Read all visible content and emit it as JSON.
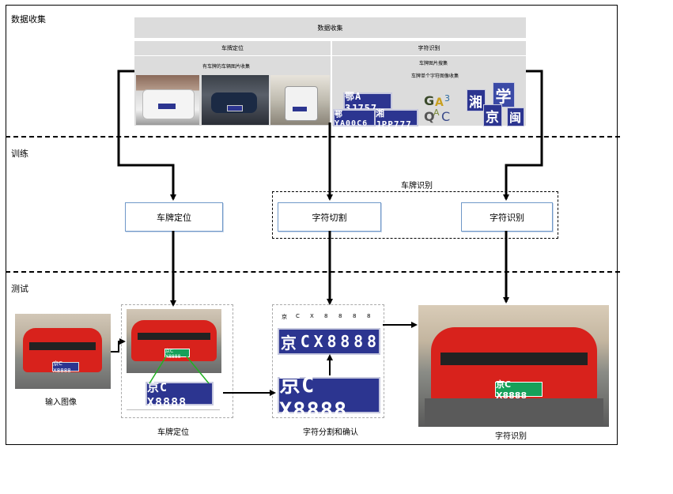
{
  "sections": {
    "data_collection": "数据收集",
    "training": "训练",
    "testing": "测试"
  },
  "data_collection": {
    "header": "数据收集",
    "plate_location": {
      "title": "车牌定位",
      "caption": "有车牌的车辆图片收集"
    },
    "char_recognition": {
      "title": "字符识别",
      "caption1": "车牌图片搜集",
      "caption2": "车牌单个字符图像收集"
    },
    "plate_samples": [
      "鄂A 3J757",
      "鄂YA00C6",
      "湘JPP777"
    ],
    "char_samples": [
      "G",
      "A",
      "3",
      "Q",
      "A",
      "C"
    ],
    "hanzi_samples": [
      "湘",
      "学",
      "京",
      "闽"
    ]
  },
  "training": {
    "plate_location": "车牌定位",
    "char_segmentation": "字符切割",
    "char_recognition": "字符识别",
    "group_label": "车牌识别"
  },
  "testing": {
    "input_caption": "输入图像",
    "plate_location_caption": "车牌定位",
    "segmentation_caption": "字符分割和确认",
    "recognition_caption": "字符识别",
    "plate_text": "京C X8888",
    "plate_chars": [
      "京",
      "C",
      "X",
      "8",
      "8",
      "8",
      "8"
    ],
    "top_labels": [
      "京",
      "C",
      "X",
      "8",
      "8",
      "8",
      "8"
    ],
    "small_plate_text": "京C X8888",
    "result_plate_text": "京C X8888"
  },
  "colors": {
    "box_border": "#6f98c8",
    "panel_gray": "#dcdcdc",
    "plate_blue": "#2c3590",
    "result_green": "#16a05a",
    "car_red": "#d8221c"
  }
}
